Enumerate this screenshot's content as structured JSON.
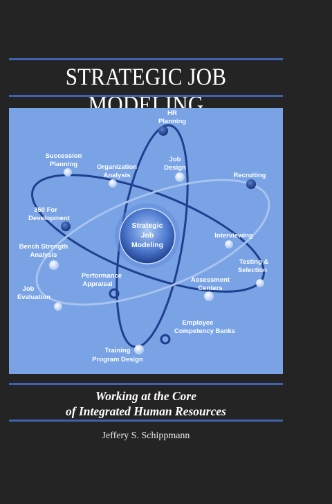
{
  "book": {
    "title": "STRATEGIC JOB MODELING",
    "subtitle_line1": "Working at the Core",
    "subtitle_line2": "of Integrated Human Resources",
    "author": "Jeffery S. Schippmann"
  },
  "diagram": {
    "center": [
      "Strategic",
      "Job",
      "Modeling"
    ],
    "nodes": {
      "hr_planning": [
        "HR",
        "Planning"
      ],
      "succession_planning": [
        "Succession",
        "Planning"
      ],
      "organization_analysis": [
        "Organization",
        "Analysis"
      ],
      "job_design": [
        "Job",
        "Design"
      ],
      "recruiting": [
        "Recruiting"
      ],
      "development_360": [
        "360 For",
        "Development"
      ],
      "interviewing": [
        "Interviewing"
      ],
      "bench_strength": [
        "Bench Strength",
        "Analysis"
      ],
      "testing_selection": [
        "Testing &",
        "Selection"
      ],
      "performance_appraisal": [
        "Performance",
        "Appraisal"
      ],
      "assessment_centers": [
        "Assessment",
        "Centers"
      ],
      "job_evaluation": [
        "Job",
        "Evaluation"
      ],
      "employee_competency": [
        "Employee",
        "Competency Banks"
      ],
      "training_design": [
        "Training",
        "Program Design"
      ]
    }
  },
  "colors": {
    "background": "#242424",
    "rule": "#3f63ad",
    "panel": "#79a3e5",
    "orbit_dark": "#1f3f8e"
  }
}
